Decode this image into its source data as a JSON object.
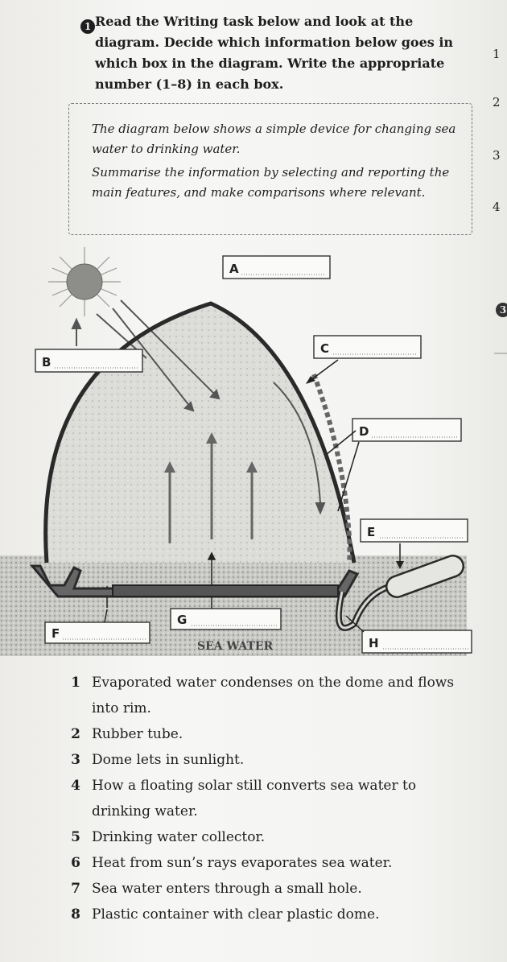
{
  "header": {
    "number": "1",
    "instruction": "Read the Writing task below and look at the diagram. Decide which information below goes in which box in the diagram. Write the appropriate number (1–8) in each box."
  },
  "task": {
    "line1": "The diagram below shows a simple device for changing sea water to drinking water.",
    "line2": "Summarise the information by selecting and reporting the main features, and make comparisons where relevant."
  },
  "margin": {
    "numbers": [
      "1",
      "2",
      "3",
      "4"
    ],
    "circle": "3"
  },
  "diagram": {
    "labels": [
      "A",
      "B",
      "C",
      "D",
      "E",
      "F",
      "G",
      "H"
    ],
    "sea_water": "SEA WATER"
  },
  "options": [
    {
      "n": "1",
      "text": "Evaporated water condenses on the dome and flows into rim."
    },
    {
      "n": "2",
      "text": "Rubber tube."
    },
    {
      "n": "3",
      "text": "Dome lets in sunlight."
    },
    {
      "n": "4",
      "text": "How a floating solar still converts sea water to drinking water."
    },
    {
      "n": "5",
      "text": "Drinking water collector."
    },
    {
      "n": "6",
      "text": "Heat from sun’s rays evaporates sea water."
    },
    {
      "n": "7",
      "text": "Sea water enters through a small hole."
    },
    {
      "n": "8",
      "text": "Plastic container with clear plastic dome."
    }
  ]
}
